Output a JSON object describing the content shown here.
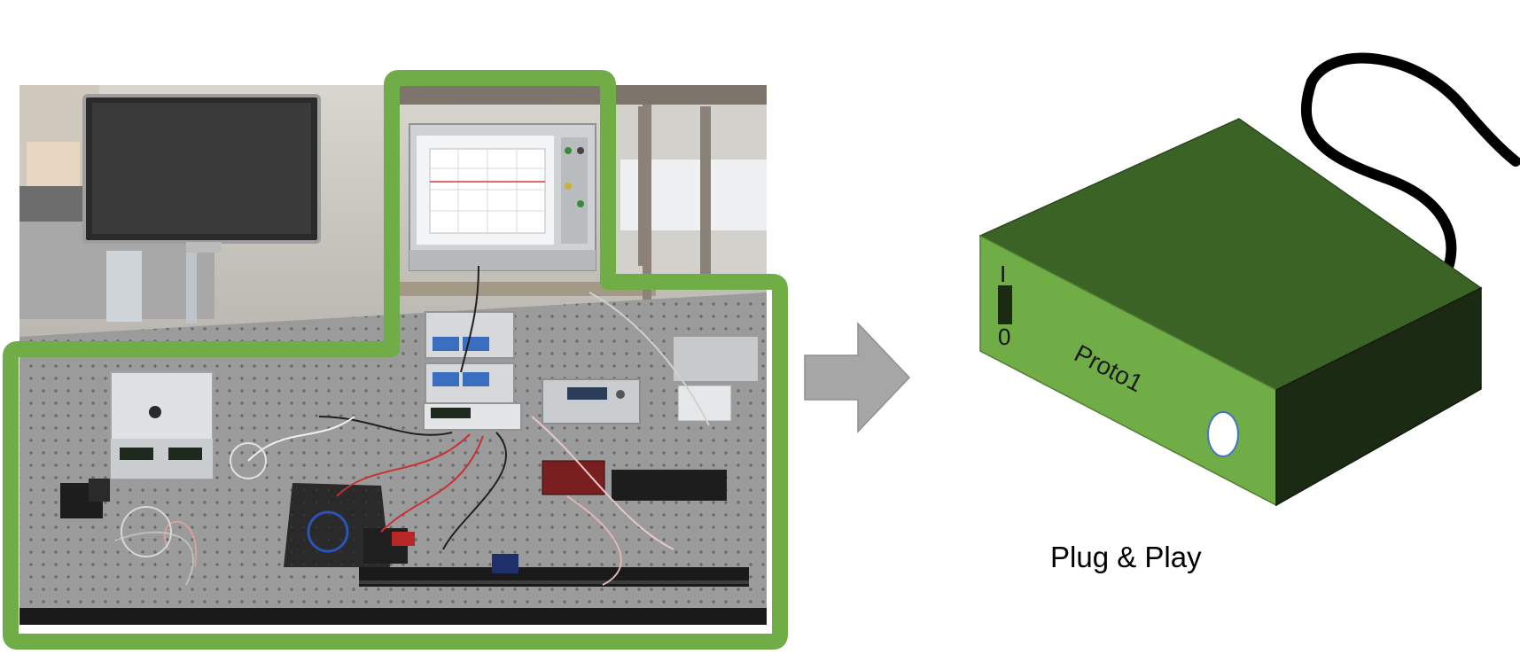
{
  "photo": {
    "subject": "lab-setup-photo",
    "highlight_color": "#70ad47"
  },
  "arrow": {
    "color": "#a6a6a6"
  },
  "device": {
    "label": "Proto1",
    "switch_on_mark": "I",
    "switch_off_mark": "0",
    "colors": {
      "top": "#3b6326",
      "front": "#70ad47",
      "side": "#1b2a12",
      "cable": "#000000",
      "indicator_ring": "#4472c4"
    }
  },
  "caption": "Plug & Play"
}
